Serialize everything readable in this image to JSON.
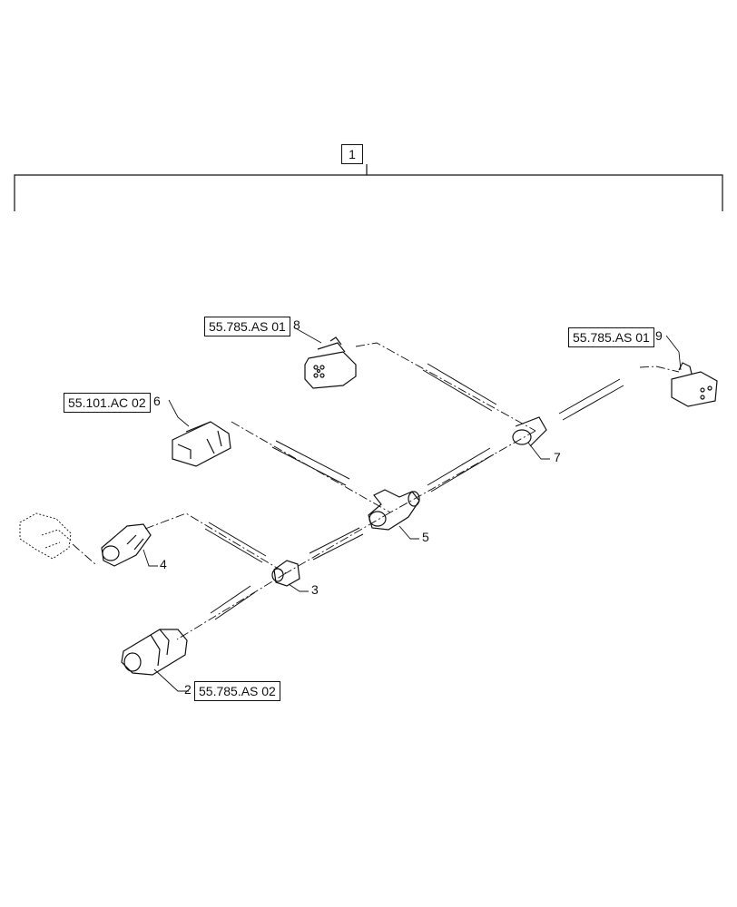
{
  "assembly": {
    "item": "1"
  },
  "callouts": {
    "c2": "2",
    "c3": "3",
    "c4": "4",
    "c5": "5",
    "c6": "6",
    "c7": "7",
    "c8": "8",
    "c9": "9"
  },
  "references": {
    "r2": "55.785.AS 02",
    "r6": "55.101.AC 02",
    "r8": "55.785.AS 01",
    "r9": "55.785.AS 01"
  }
}
